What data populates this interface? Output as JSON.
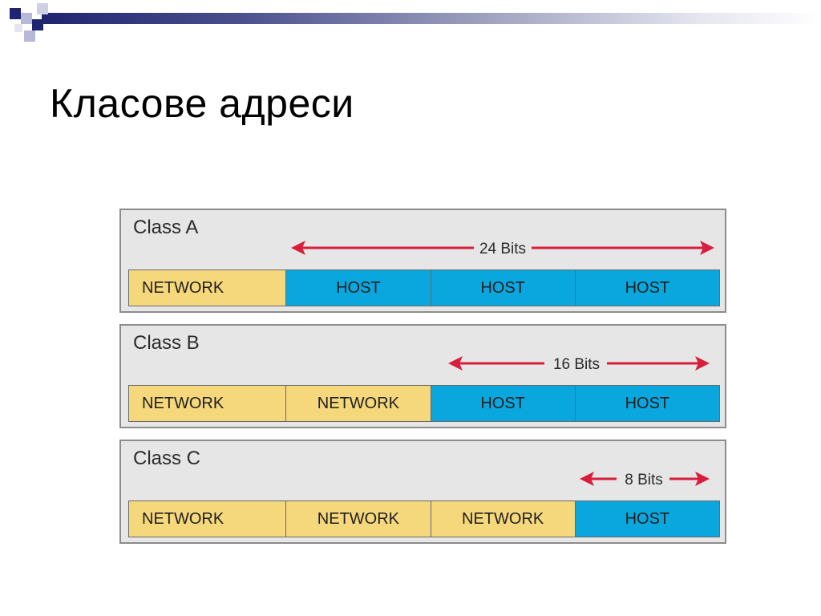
{
  "slide": {
    "title": "Класове адреси"
  },
  "colors": {
    "network": "#f5d77c",
    "host": "#0aa7de",
    "arrow": "#d81e3c",
    "panel": "#e6e6e6"
  },
  "classes": [
    {
      "label": "Class A",
      "bits_label": "24 Bits",
      "segments": [
        {
          "type": "network",
          "label": "NETWORK"
        },
        {
          "type": "host",
          "label": "HOST"
        },
        {
          "type": "host",
          "label": "HOST"
        },
        {
          "type": "host",
          "label": "HOST"
        }
      ]
    },
    {
      "label": "Class B",
      "bits_label": "16 Bits",
      "segments": [
        {
          "type": "network",
          "label": "NETWORK"
        },
        {
          "type": "network",
          "label": "NETWORK"
        },
        {
          "type": "host",
          "label": "HOST"
        },
        {
          "type": "host",
          "label": "HOST"
        }
      ]
    },
    {
      "label": "Class C",
      "bits_label": "8 Bits",
      "segments": [
        {
          "type": "network",
          "label": "NETWORK"
        },
        {
          "type": "network",
          "label": "NETWORK"
        },
        {
          "type": "network",
          "label": "NETWORK"
        },
        {
          "type": "host",
          "label": "HOST"
        }
      ]
    }
  ]
}
